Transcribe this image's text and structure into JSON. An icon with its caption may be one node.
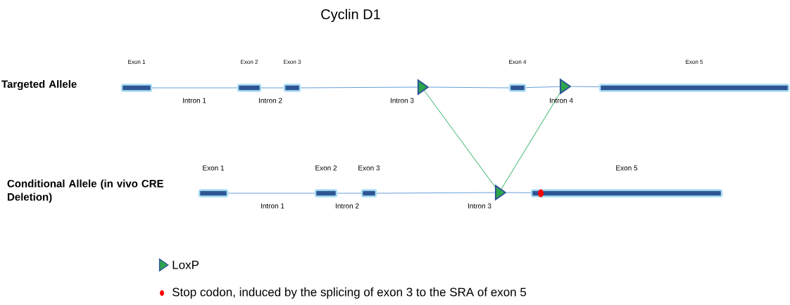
{
  "diagram": {
    "title": "Cyclin D1",
    "nodes": [
      {
        "text": [
          "Exon 1"
        ]
      },
      {
        "text": [
          "Exon 2"
        ]
      },
      {
        "text": [
          "Exon 3"
        ]
      },
      {
        "text": [],
        "shape": "triangle"
      },
      {
        "text": [
          "Exon 4"
        ]
      },
      {
        "text": [],
        "shape": "triangle"
      },
      {
        "text": [
          "Exon 5"
        ]
      },
      {
        "text": [
          "Exon 1"
        ]
      },
      {
        "text": [
          "Exon 2"
        ]
      },
      {
        "text": [
          "Exon 3"
        ]
      },
      {
        "text": [],
        "shape": "triangle"
      },
      {
        "text": [
          "Exon 5"
        ]
      }
    ],
    "edges": [
      {
        "from": 0,
        "to": 1,
        "arrow": "none"
      },
      {
        "from": 1,
        "to": 2,
        "arrow": "none"
      },
      {
        "from": 2,
        "to": 3,
        "arrow": "none"
      },
      {
        "from": 3,
        "to": 4,
        "arrow": "none"
      },
      {
        "from": 4,
        "to": 5,
        "arrow": "none"
      },
      {
        "from": 5,
        "to": 6,
        "arrow": "none"
      },
      {
        "from": 7,
        "to": 8,
        "arrow": "none"
      },
      {
        "from": 8,
        "to": 9,
        "arrow": "none"
      },
      {
        "from": 9,
        "to": 10,
        "arrow": "none"
      },
      {
        "from": 10,
        "to": 11,
        "arrow": "none"
      },
      {
        "from": 3,
        "to": 10,
        "arrow": "none",
        "color": "#4cbb7a"
      },
      {
        "from": 5,
        "to": 10,
        "arrow": "none",
        "color": "#4cbb7a"
      }
    ],
    "labels": [
      "Targeted Allele",
      "Intron 1",
      "Intron 2",
      "Intron 3",
      "Intron 4",
      "Conditional Allele (in vivo CRE Deletion)",
      "Intron 1",
      "Intron 2",
      "Intron 3"
    ],
    "legend": [
      {
        "text": "LoxP"
      },
      {
        "text": "Stop codon, induced by the splicing of exon 3 to the SRA of exon 5",
        "color": "#ff0000"
      }
    ]
  }
}
